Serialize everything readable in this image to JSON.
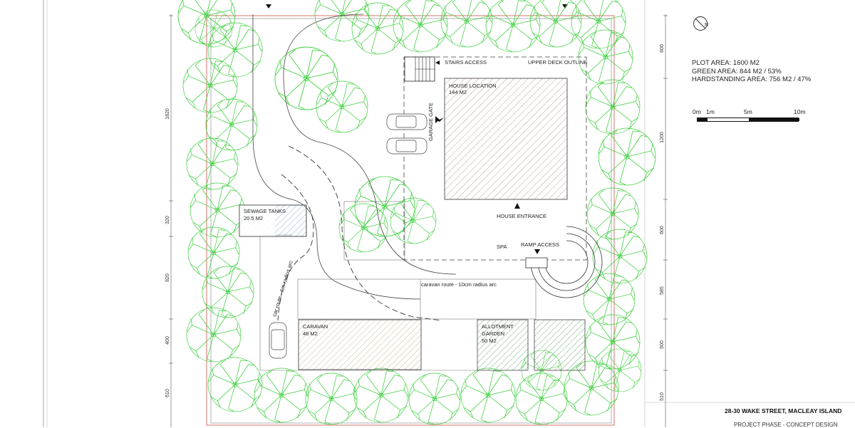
{
  "labels": {
    "stairs_access": "STAIRS ACCESS",
    "upper_deck_outline": "UPPER DECK OUTLINE",
    "house_location": "HOUSE LOCATION",
    "house_area": "144 M2",
    "garage_gate": "GARAGE GATE",
    "house_entrance": "HOUSE ENTRANCE",
    "sewage_tanks": "SEWAGE TANKS",
    "sewage_area": "20.5 M2",
    "spa": "SPA",
    "ramp_access": "RAMP ACCESS",
    "caravan_route": "caravan route - 10cm radius arc",
    "car_route": "car route - 6m radius arc",
    "caravan": "CARAVAN",
    "caravan_area": "48 M2",
    "allotment": "ALLOTMENT",
    "garden": "GARDEN",
    "allotment_area": "50 M2"
  },
  "dimensions": {
    "left": [
      "1820",
      "320",
      "820",
      "400",
      "610"
    ],
    "right": [
      "600",
      "1200",
      "600",
      "585",
      "500",
      "510"
    ]
  },
  "info": {
    "plot_area": "PLOT AREA: 1600 M2",
    "green_area": "GREEN AREA: 844 M2 / 53%",
    "hardstanding_area": "HARDSTANDING AREA: 756 M2 / 47%"
  },
  "scale": {
    "l0": "0m",
    "l1": "1m",
    "l5": "5m",
    "l10": "10m"
  },
  "north_label": "N",
  "title_block": {
    "address": "28-30 WAKE STREET, MACLEAY ISLAND",
    "phase": "PROJECT PHASE - CONCEPT DESIGN"
  },
  "colors": {
    "tree": "#3ccf3c",
    "house_hatch": "#c47a7a",
    "caravan_hatch": "#c7a46a",
    "sewage_hatch": "#5c8fc9",
    "garden_hatch": "#2d8a2d",
    "boundary": "#c0392b"
  }
}
